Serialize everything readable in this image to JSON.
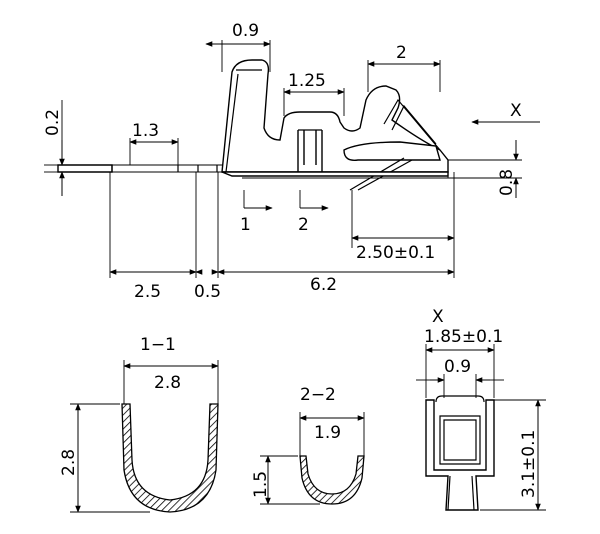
{
  "side_view": {
    "dims": {
      "tab_width": "0.9",
      "slot_width": "1.25",
      "top_width": "2",
      "thickness": "0.2",
      "strip_pitch": "1.3",
      "height_right": "0.8",
      "tolerance_len": "2.50±0.1",
      "len_a": "2.5",
      "len_b": "0.5",
      "len_total": "6.2"
    },
    "section_markers": {
      "s1": "1",
      "s2": "2"
    },
    "view_marker": "X"
  },
  "section_1": {
    "title": "1−1",
    "width": "2.8",
    "height": "2.8"
  },
  "section_2": {
    "title": "2−2",
    "width": "1.9",
    "height": "1.5"
  },
  "view_x": {
    "title": "X",
    "outer_width": "1.85±0.1",
    "inner_width": "0.9",
    "height": "3.1±0.1"
  }
}
